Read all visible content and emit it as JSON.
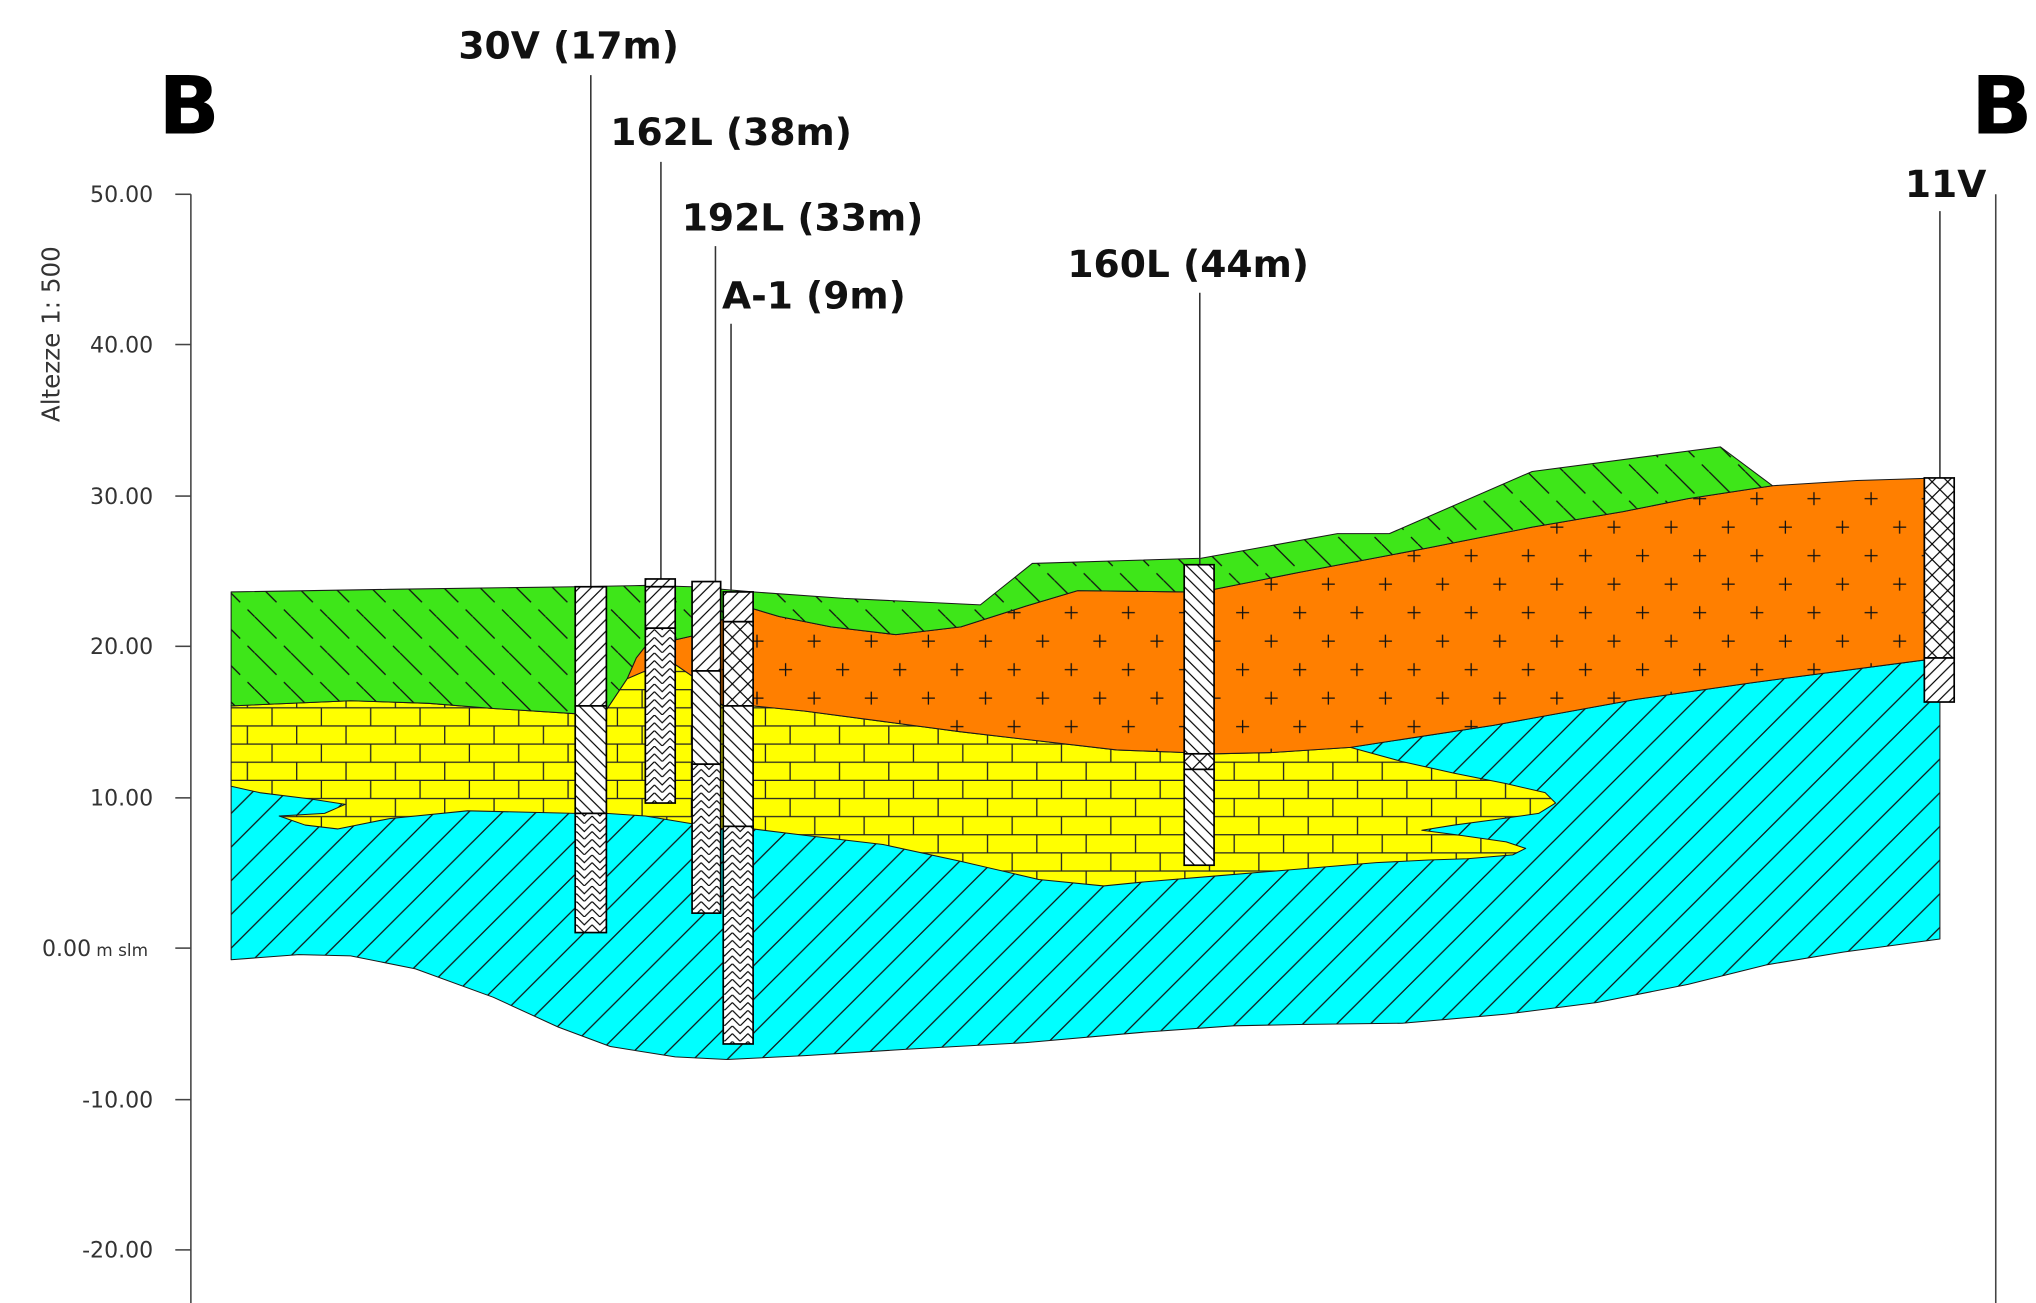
{
  "section_marker": {
    "left": "B",
    "right": "B"
  },
  "vertical_axis": {
    "title": "Altezze 1: 500",
    "ticks": [
      "50.00",
      "40.00",
      "30.00",
      "20.00",
      "10.00",
      "0.00",
      "-10.00",
      "-20.00"
    ],
    "zero_unit": "m slm"
  },
  "boreholes": [
    {
      "label": "30V (17m)"
    },
    {
      "label": "162L (38m)"
    },
    {
      "label": "192L (33m)"
    },
    {
      "label": "A-1 (9m)"
    },
    {
      "label": "160L (44m)"
    },
    {
      "label": "11V"
    }
  ],
  "layer_colors": {
    "green": "#3ee619",
    "orange": "#ff7f00",
    "yellow": "#ffff00",
    "cyan": "#00ffff"
  }
}
